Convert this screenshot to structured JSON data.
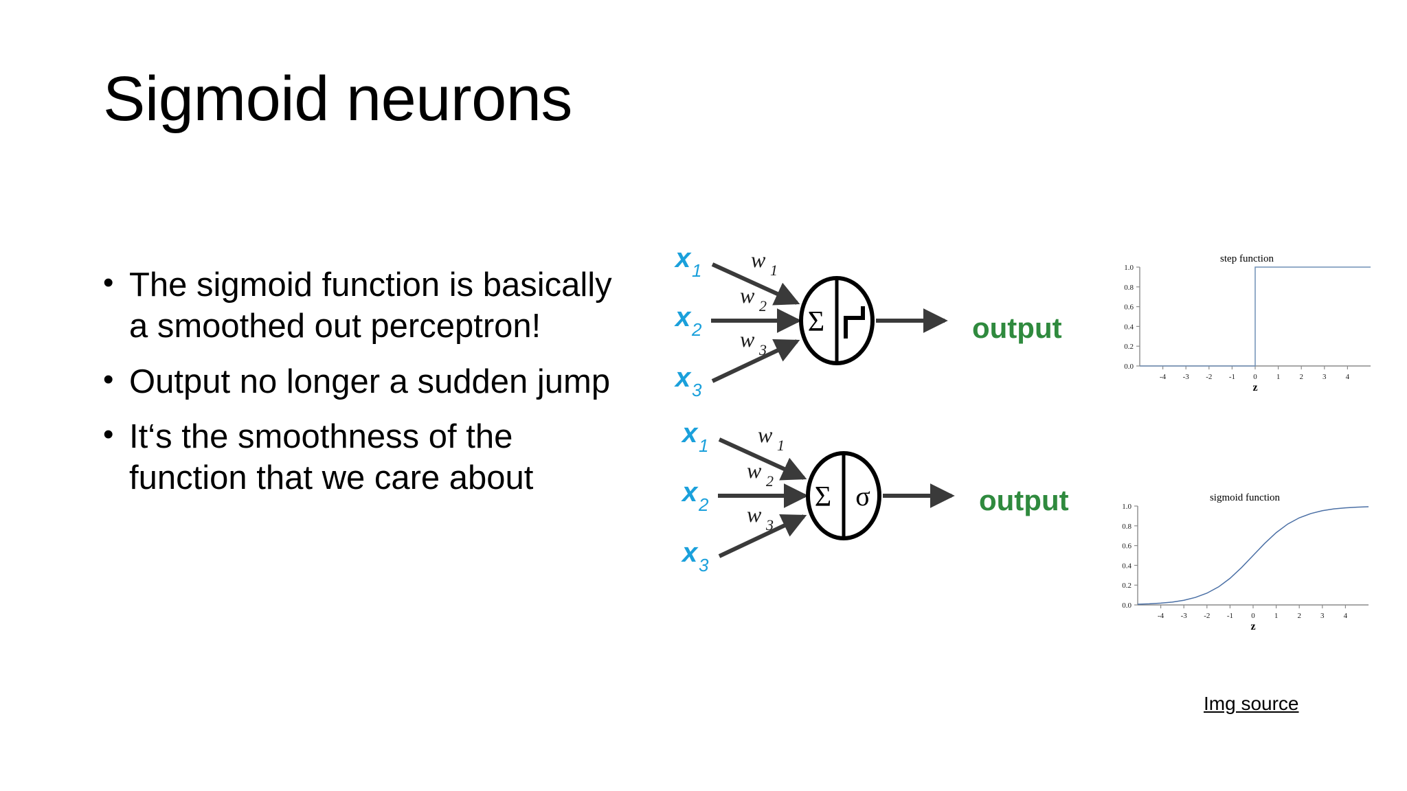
{
  "slide": {
    "title": "Sigmoid neurons",
    "bullets": [
      {
        "marker": "•",
        "text": "The sigmoid function is basically a smoothed out perceptron!"
      },
      {
        "marker": "•",
        "text": "Output no longer a sudden jump"
      },
      {
        "marker": "•",
        "text": "It‘s the smoothness of the function that we care about"
      }
    ],
    "source_link": "Img source"
  },
  "diagrams": [
    {
      "id": "perceptron",
      "inputs": [
        "x",
        "x",
        "x"
      ],
      "input_labels": [
        {
          "base": "x",
          "sub": "1"
        },
        {
          "base": "x",
          "sub": "2"
        },
        {
          "base": "x",
          "sub": "3"
        }
      ],
      "weight_labels": [
        {
          "base": "w",
          "sub": "1"
        },
        {
          "base": "w",
          "sub": "2"
        },
        {
          "base": "w",
          "sub": "3"
        }
      ],
      "sum_symbol": "Σ",
      "activation_symbol": "step",
      "output_label": "output",
      "input_color": "#1AA0DB",
      "output_color": "#2F8A3E"
    },
    {
      "id": "sigmoid-neuron",
      "input_labels": [
        {
          "base": "x",
          "sub": "1"
        },
        {
          "base": "x",
          "sub": "2"
        },
        {
          "base": "x",
          "sub": "3"
        }
      ],
      "weight_labels": [
        {
          "base": "w",
          "sub": "1"
        },
        {
          "base": "w",
          "sub": "2"
        },
        {
          "base": "w",
          "sub": "3"
        }
      ],
      "sum_symbol": "Σ",
      "activation_symbol": "σ",
      "output_label": "output",
      "input_color": "#1AA0DB",
      "output_color": "#2F8A3E"
    }
  ],
  "chart_data": [
    {
      "type": "line",
      "id": "step-function",
      "title": "step function",
      "xlabel": "z",
      "ylabel": "",
      "xlim": [
        -5,
        5
      ],
      "ylim": [
        0.0,
        1.0
      ],
      "xticks": [
        -4,
        -3,
        -2,
        -1,
        0,
        1,
        2,
        3,
        4
      ],
      "xticklabels": [
        "-4",
        "-3",
        "-2",
        "-1",
        "0",
        "1",
        "2",
        "3",
        "4"
      ],
      "yticks": [
        0.0,
        0.2,
        0.4,
        0.6,
        0.8,
        1.0
      ],
      "yticklabels": [
        "0.0",
        "0.2",
        "0.4",
        "0.6",
        "0.8",
        "1.0"
      ],
      "grid": false,
      "legend": "none",
      "line_color": "#6E8FB5",
      "x": [
        -5,
        -4,
        -3,
        -2,
        -1,
        0,
        0,
        1,
        2,
        3,
        4,
        5
      ],
      "y": [
        0,
        0,
        0,
        0,
        0,
        0,
        1,
        1,
        1,
        1,
        1,
        1
      ]
    },
    {
      "type": "line",
      "id": "sigmoid-function",
      "title": "sigmoid function",
      "xlabel": "z",
      "ylabel": "",
      "xlim": [
        -5,
        5
      ],
      "ylim": [
        0.0,
        1.0
      ],
      "xticks": [
        -4,
        -3,
        -2,
        -1,
        0,
        1,
        2,
        3,
        4
      ],
      "xticklabels": [
        "-4",
        "-3",
        "-2",
        "-1",
        "0",
        "1",
        "2",
        "3",
        "4"
      ],
      "yticks": [
        0.0,
        0.2,
        0.4,
        0.6,
        0.8,
        1.0
      ],
      "yticklabels": [
        "0.0",
        "0.2",
        "0.4",
        "0.6",
        "0.8",
        "1.0"
      ],
      "grid": false,
      "legend": "none",
      "line_color": "#4A6FA5",
      "x": [
        -5,
        -4.5,
        -4,
        -3.5,
        -3,
        -2.5,
        -2,
        -1.5,
        -1,
        -0.5,
        0,
        0.5,
        1,
        1.5,
        2,
        2.5,
        3,
        3.5,
        4,
        4.5,
        5
      ],
      "y": [
        0.007,
        0.011,
        0.018,
        0.029,
        0.047,
        0.076,
        0.119,
        0.182,
        0.269,
        0.378,
        0.5,
        0.622,
        0.731,
        0.818,
        0.881,
        0.924,
        0.953,
        0.971,
        0.982,
        0.989,
        0.993
      ]
    }
  ]
}
